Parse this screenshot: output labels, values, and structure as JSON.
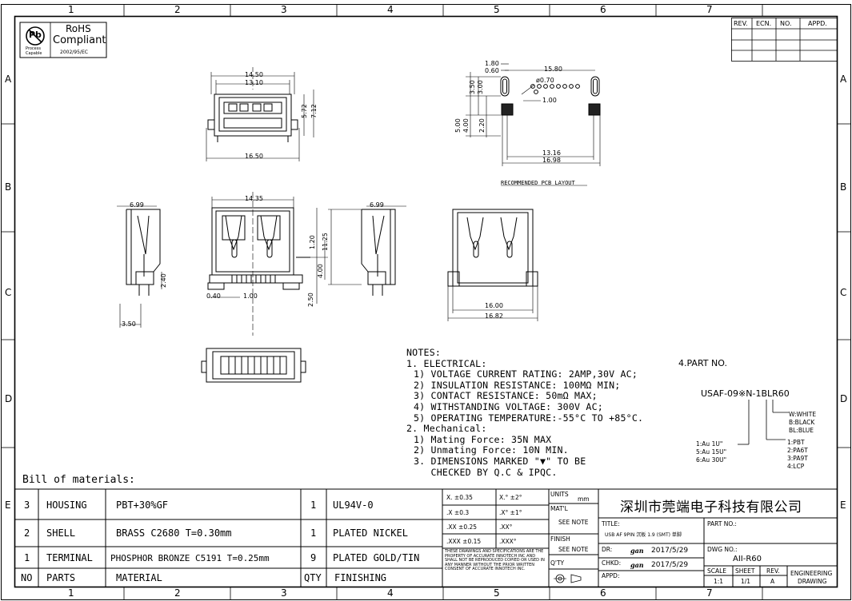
{
  "grid": {
    "columns": [
      "1",
      "2",
      "3",
      "4",
      "5",
      "6",
      "7"
    ],
    "rows": [
      "A",
      "B",
      "C",
      "D",
      "E"
    ]
  },
  "rohs": {
    "title": "RoHS",
    "subtitle": "Compliant",
    "directive": "2002/95/EC",
    "badge_label_1": "Process",
    "badge_label_2": "Capable",
    "symbol": "Pb"
  },
  "revision_table": {
    "headers": [
      "REV.",
      "ECN.",
      "NO.",
      "APPD."
    ]
  },
  "dimensions": {
    "top_view": [
      "14.50",
      "13.10",
      "16.50",
      "5.72",
      "7.12"
    ],
    "pcb_layout": [
      "1.80",
      "0.60",
      "15.80",
      "ø0.70",
      "3.50",
      "3.00",
      "1.00",
      "5.00",
      "4.00",
      "2.20",
      "13.16",
      "16.98"
    ],
    "front_view": [
      "14.35",
      "1.20",
      "4.00",
      "2.50",
      "11.25",
      "0.40",
      "1.00"
    ],
    "side_left": [
      "6.99",
      "2.40",
      "3.50"
    ],
    "side_right": [
      "6.99"
    ],
    "rear_view": [
      "16.00",
      "16.82"
    ]
  },
  "pcb_caption": "RECOMMENDED PCB LAYOUT",
  "notes": {
    "title": "NOTES:",
    "sections": [
      {
        "heading": "1. ELECTRICAL:",
        "items": [
          "1) VOLTAGE CURRENT RATING: 2AMP,30V AC;",
          "2) INSULATION RESISTANCE: 100MΩ MIN;",
          "3) CONTACT RESISTANCE: 50mΩ MAX;",
          "4) WITHSTANDING VOLTAGE: 300V AC;",
          "5) OPERATING TEMPERATURE:-55°C TO +85°C."
        ]
      },
      {
        "heading": "2. Mechanical:",
        "items": [
          "1) Mating Force: 35N MAX",
          "2) Unmating Force: 10N MIN.",
          "3. DIMENSIONS MARKED \"▼\" TO BE",
          "   CHECKED BY Q.C & IPQC."
        ]
      }
    ]
  },
  "part_number": {
    "title": "4.PART NO.",
    "code": "USAF-09※N-1BLR60",
    "plating": [
      "1:Au 1U\"",
      "5:Au 15U\"",
      "6:Au 30U\""
    ],
    "material": [
      "1:PBT",
      "2:PA6T",
      "3:PA9T",
      "4:LCP"
    ],
    "color": [
      "W:WHITE",
      "B:BLACK",
      "BL:BLUE"
    ]
  },
  "bom": {
    "title": "Bill of materials:",
    "rows": [
      {
        "no": "3",
        "part": "HOUSING",
        "material": "PBT+30%GF",
        "qty": "1",
        "finish": "UL94V-0"
      },
      {
        "no": "2",
        "part": "SHELL",
        "material": "BRASS C2680 T=0.30mm",
        "qty": "1",
        "finish": "PLATED NICKEL"
      },
      {
        "no": "1",
        "part": "TERMINAL",
        "material": "PHOSPHOR BRONZE C5191 T=0.25mm",
        "qty": "9",
        "finish": "PLATED GOLD/TIN"
      }
    ],
    "header": {
      "no": "NO",
      "part": "PARTS",
      "material": "MATERIAL",
      "qty": "QTY",
      "finish": "FINISHING"
    }
  },
  "tolerances": [
    [
      "X. ±0.35",
      "X.° ±2°"
    ],
    [
      ".X ±0.3",
      ".X° ±1°"
    ],
    [
      ".XX ±0.25",
      ".XX°"
    ],
    [
      ".XXX ±0.15",
      ".XXX°"
    ]
  ],
  "title_block": {
    "units_label": "UNITS",
    "units_value": "mm",
    "matl_label": "MAT'L",
    "matl_value": "SEE NOTE",
    "finish_label": "FINISH",
    "finish_value": "SEE NOTE",
    "qty_label": "Q'TY",
    "company": "深圳市莞端电子科技有限公司",
    "title_label": "TITLE:",
    "title_value": "USB AF 9PIN 沉板 1.9 (SMT) 单脚",
    "part_no_label": "PART NO.:",
    "dr_label": "DR:",
    "dr_name": "gan",
    "dr_date": "2017/5/29",
    "chkd_label": "CHKD:",
    "chkd_name": "gan",
    "chkd_date": "2017/5/29",
    "appd_label": "APPD:",
    "dwg_label": "DWG NO.:",
    "dwg_value": "AII-R60",
    "scale_label": "SCALE",
    "scale_value": "1:1",
    "sheet_label": "SHEET",
    "sheet_value": "1/1",
    "rev_label": "REV.",
    "rev_value": "A",
    "engineering_1": "ENGINEERING",
    "engineering_2": "DRAWING",
    "disclaimer": "THESE DRAWINGS AND SPECIFICATIONS ARE THE PROPERTY OF ACCURATE INNOTECH INC AND SHALL NOT BE REPRODUCED COPIED OR USED IN ANY MANNER WITHOUT THE PRIOR WRITTEN CONSENT OF ACCURATE INNOTECH INC."
  }
}
